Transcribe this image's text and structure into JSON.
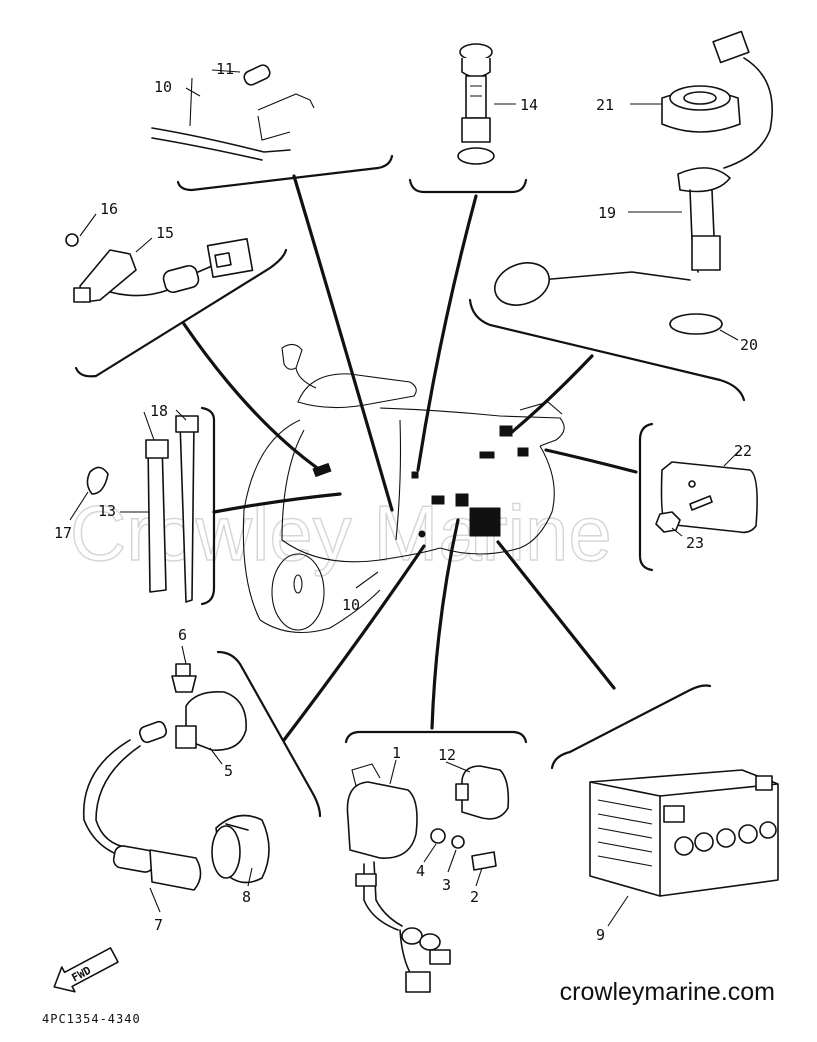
{
  "watermark": "Crowley Marine",
  "site_url": "crowleymarine.com",
  "diagram_code": "4PC1354-4340",
  "fwd_label": "FWD",
  "callouts": {
    "p1": "1",
    "p2": "2",
    "p3": "3",
    "p4": "4",
    "p5": "5",
    "p6": "6",
    "p7": "7",
    "p8": "8",
    "p9": "9",
    "p10a": "10",
    "p10b": "10",
    "p11": "11",
    "p12": "12",
    "p13": "13",
    "p14": "14",
    "p15": "15",
    "p16": "16",
    "p17": "17",
    "p18": "18",
    "p19": "19",
    "p20": "20",
    "p21": "21",
    "p22": "22",
    "p23": "23"
  }
}
